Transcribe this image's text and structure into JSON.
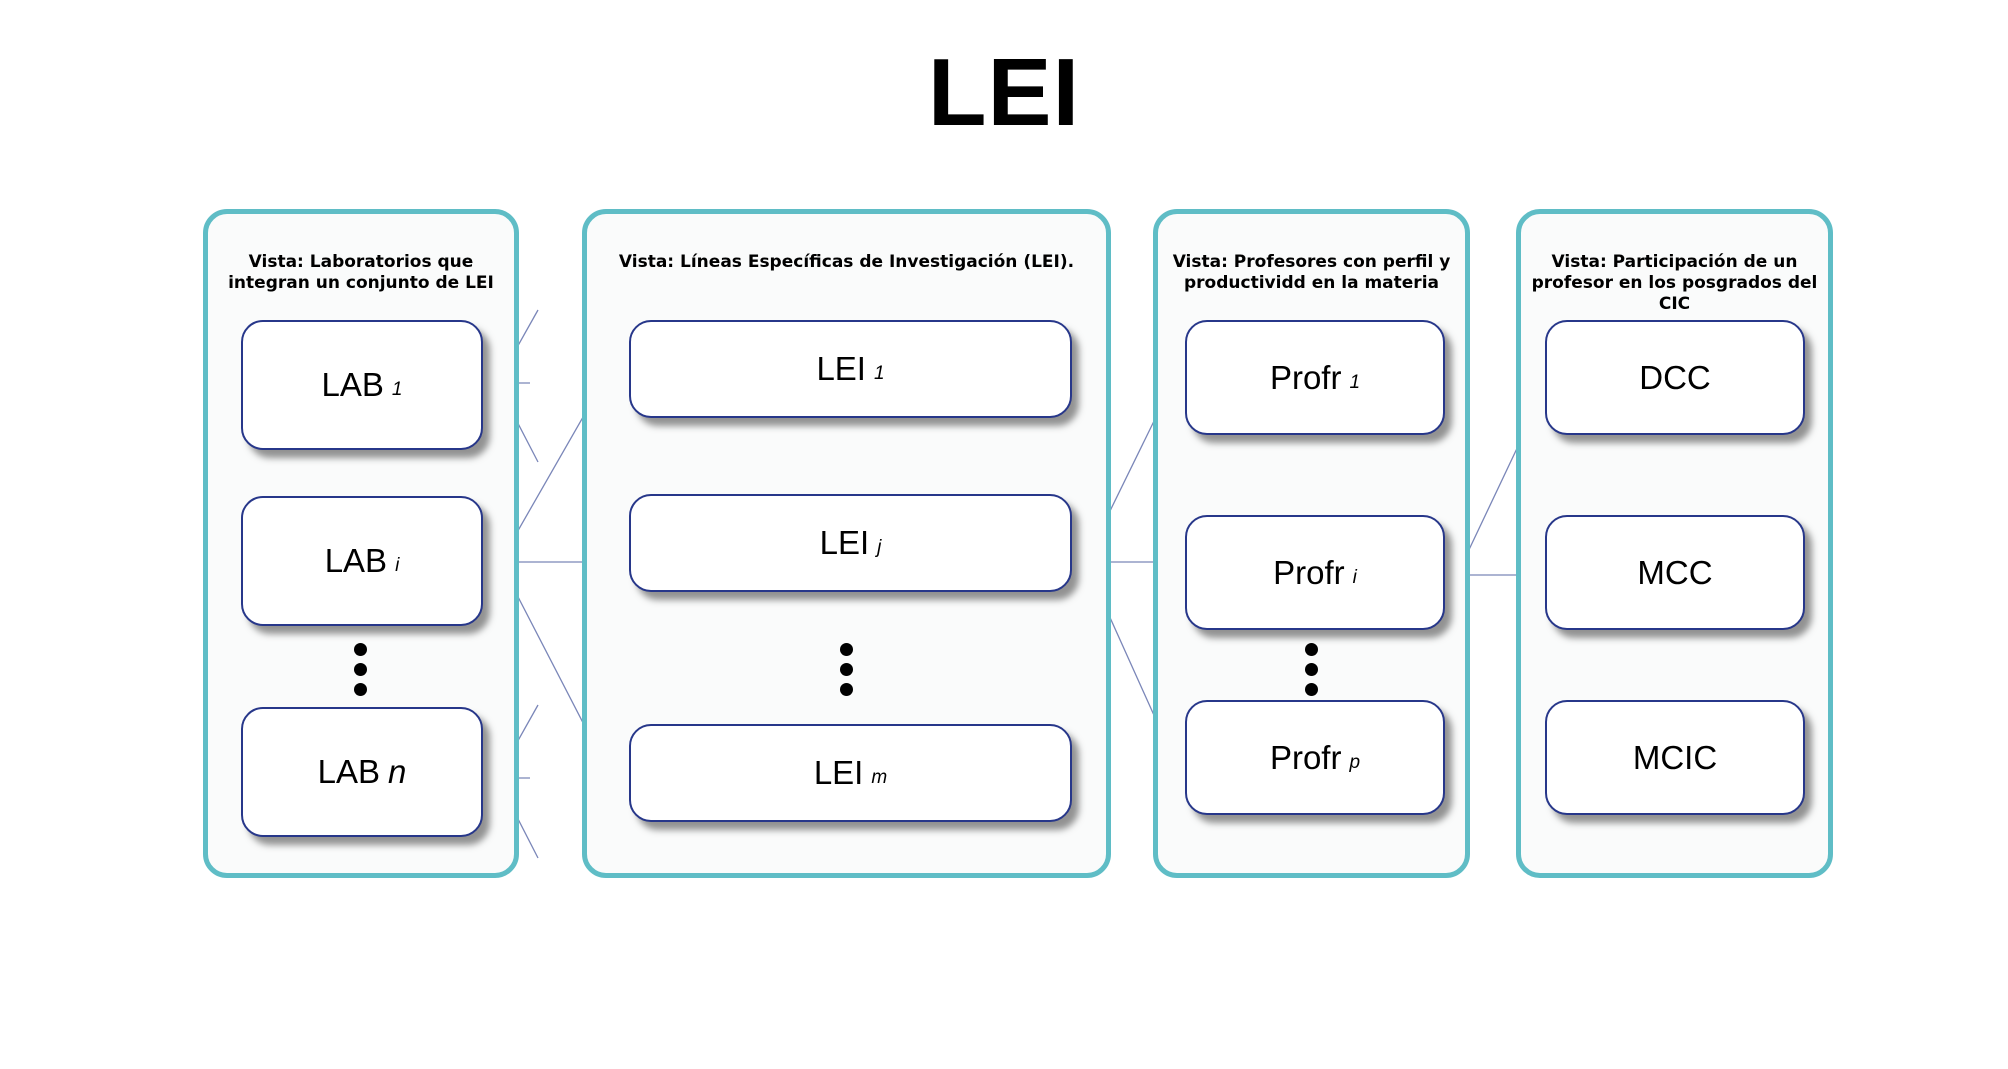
{
  "title": "LEI",
  "columns": [
    {
      "header": "Vista: Laboratorios que integran un conjunto de LEI",
      "nodes": [
        {
          "label": "LAB",
          "sub": "1"
        },
        {
          "label": "LAB",
          "sub": "i"
        },
        {
          "label": "LAB",
          "sub": "n"
        }
      ]
    },
    {
      "header": "Vista: Líneas Específicas de Investigación (LEI).",
      "nodes": [
        {
          "label": "LEI",
          "sub": "1"
        },
        {
          "label": "LEI",
          "sub": "j"
        },
        {
          "label": "LEI",
          "sub": "m"
        }
      ]
    },
    {
      "header": "Vista: Profesores con perfil y productividd en la materia",
      "nodes": [
        {
          "label": "Profr",
          "sub": "1"
        },
        {
          "label": "Profr",
          "sub": "i"
        },
        {
          "label": "Profr",
          "sub": "p"
        }
      ]
    },
    {
      "header": "Vista: Participación de un profesor en los posgrados del CIC",
      "nodes": [
        {
          "label": "DCC"
        },
        {
          "label": "MCC"
        },
        {
          "label": "MCIC"
        }
      ]
    }
  ],
  "colors": {
    "column_border": "#5fbdc6",
    "node_border": "#27378a",
    "connector": "#7a86b8"
  }
}
